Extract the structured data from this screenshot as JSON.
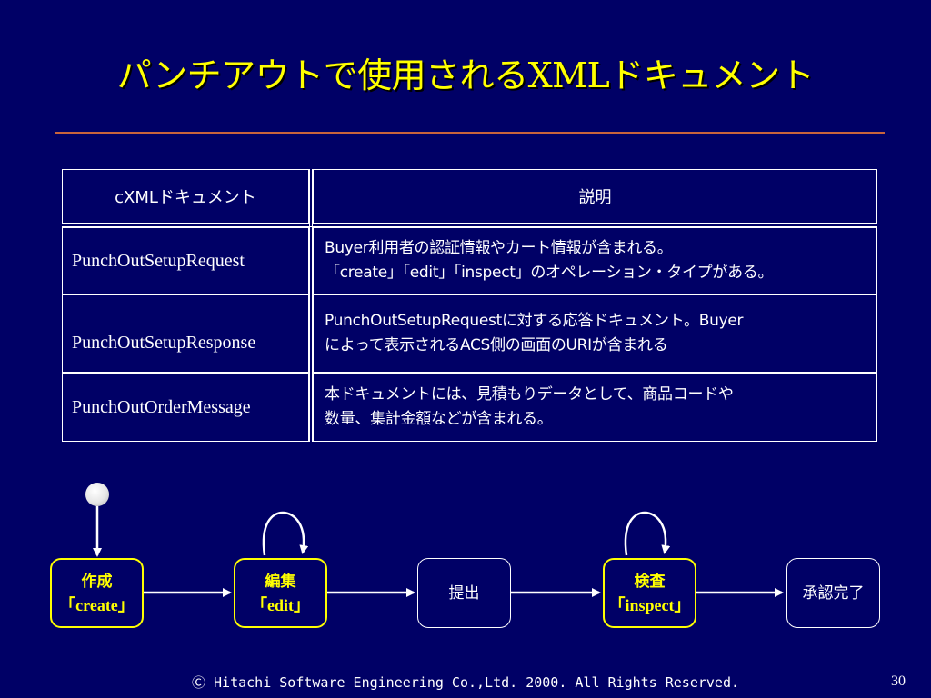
{
  "title": "パンチアウトで使用されるXMLドキュメント",
  "table": {
    "headers": [
      "cXMLドキュメント",
      "説明"
    ],
    "rows": [
      {
        "name": "PunchOutSetupRequest",
        "desc": [
          "Buyer利用者の認証情報やカート情報が含まれる。",
          "「create」「edit」「inspect」のオペレーション・タイプがある。"
        ]
      },
      {
        "name": "PunchOutSetupResponse",
        "desc": [
          "PunchOutSetupRequestに対する応答ドキュメント。Buyer",
          "によって表示されるACS側の画面のURIが含まれる"
        ]
      },
      {
        "name": "PunchOutOrderMessage",
        "desc": [
          "本ドキュメントには、見積もりデータとして、商品コードや",
          "数量、集計金額などが含まれる。"
        ]
      }
    ]
  },
  "flow": {
    "nodes": [
      {
        "ja": "作成",
        "en": "「create」"
      },
      {
        "ja": "編集",
        "en": "「edit」"
      },
      {
        "ja": "提出"
      },
      {
        "ja": "検査",
        "en": "「inspect」"
      },
      {
        "ja": "承認完了"
      }
    ]
  },
  "footer": "Ⓒ Hitachi Software Engineering Co.,Ltd. 2000. All Rights Reserved.",
  "page_number": "30",
  "colors": {
    "background": "#000066",
    "title": "#ffff00",
    "rule": "#c8643c",
    "highlight": "#ffff00"
  }
}
